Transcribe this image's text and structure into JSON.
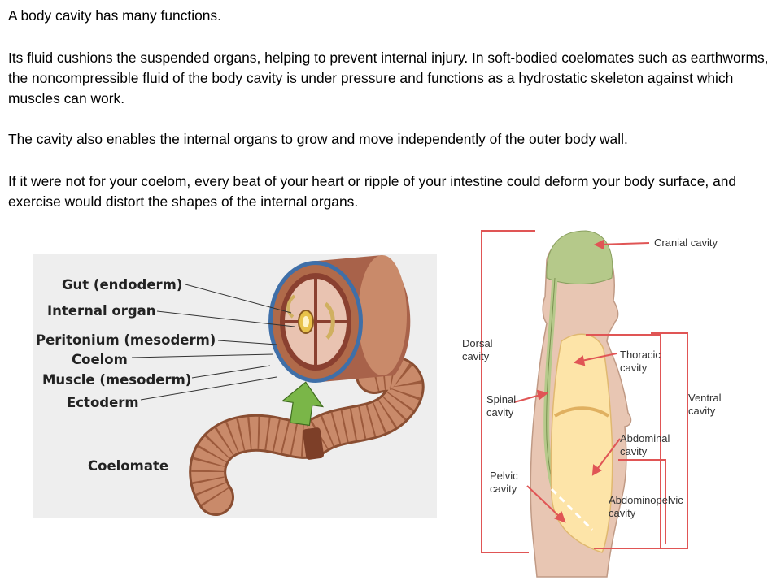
{
  "text": {
    "p1": "A body cavity has many functions.",
    "p2": "Its fluid cushions the suspended organs, helping to prevent internal injury. In soft-bodied coelomates such as earthworms, the noncompressible fluid of the body cavity is under pressure and functions as a hydrostatic skeleton against which muscles can work.",
    "p3": "The cavity also enables the internal organs to grow and move independently of the outer body wall.",
    "p4": "If it were not for your coelom, every beat of your heart or ripple of your intestine could deform your body surface, and exercise would distort the shapes of the internal organs."
  },
  "coelomate_figure": {
    "labels": {
      "gut": "Gut (endoderm)",
      "internal_organ": "Internal organ",
      "peritonium": "Peritonium (mesoderm)",
      "coelom": "Coelom",
      "muscle": "Muscle (mesoderm)",
      "ectoderm": "Ectoderm",
      "caption": "Coelomate"
    }
  },
  "body_cavities_figure": {
    "labels": {
      "cranial": "Cranial cavity",
      "dorsal_1": "Dorsal",
      "dorsal_2": "cavity",
      "thoracic_1": "Thoracic",
      "thoracic_2": "cavity",
      "ventral_1": "Ventral",
      "ventral_2": "cavity",
      "spinal_1": "Spinal",
      "spinal_2": "cavity",
      "abdominal_1": "Abdominal",
      "abdominal_2": "cavity",
      "pelvic_1": "Pelvic",
      "pelvic_2": "cavity",
      "abdominopelvic_1": "Abdominopelvic",
      "abdominopelvic_2": "cavity"
    }
  },
  "colors": {
    "figure_bg": "#eeeeee",
    "worm": "#c98a6a",
    "skin": "#e8c6b3",
    "cranial_fill": "#b5c98a",
    "ventral_fill": "#fde4a8",
    "bracket": "#e05555",
    "arrow_green": "#7ab648"
  }
}
